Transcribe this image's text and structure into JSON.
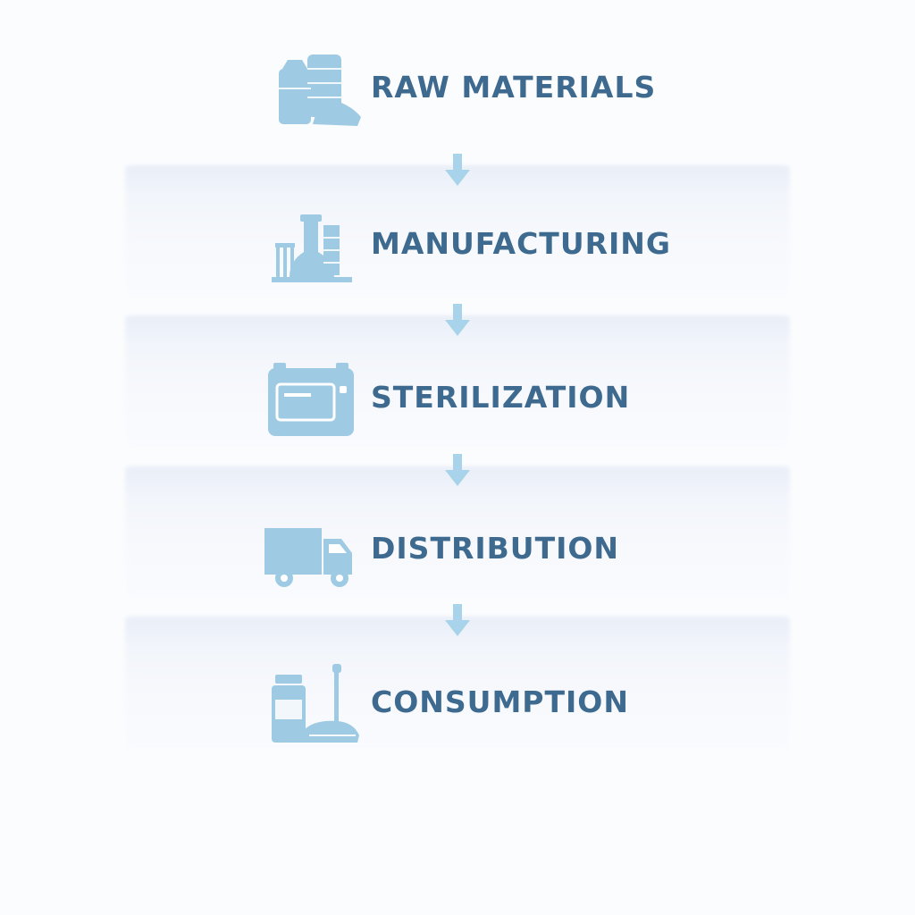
{
  "stages": [
    {
      "label": "RAW MATERIALS",
      "icon": "raw-materials-icon"
    },
    {
      "label": "MANUFACTURING",
      "icon": "factory-icon"
    },
    {
      "label": "STERILIZATION",
      "icon": "autoclave-icon"
    },
    {
      "label": "DISTRIBUTION",
      "icon": "truck-icon"
    },
    {
      "label": "CONSUMPTION",
      "icon": "jar-and-mop-icon"
    }
  ],
  "colors": {
    "label": "#3d6a8e",
    "icon": "#9ecbe3",
    "arrow": "#a9d3ea",
    "background": "#fbfcfe"
  }
}
